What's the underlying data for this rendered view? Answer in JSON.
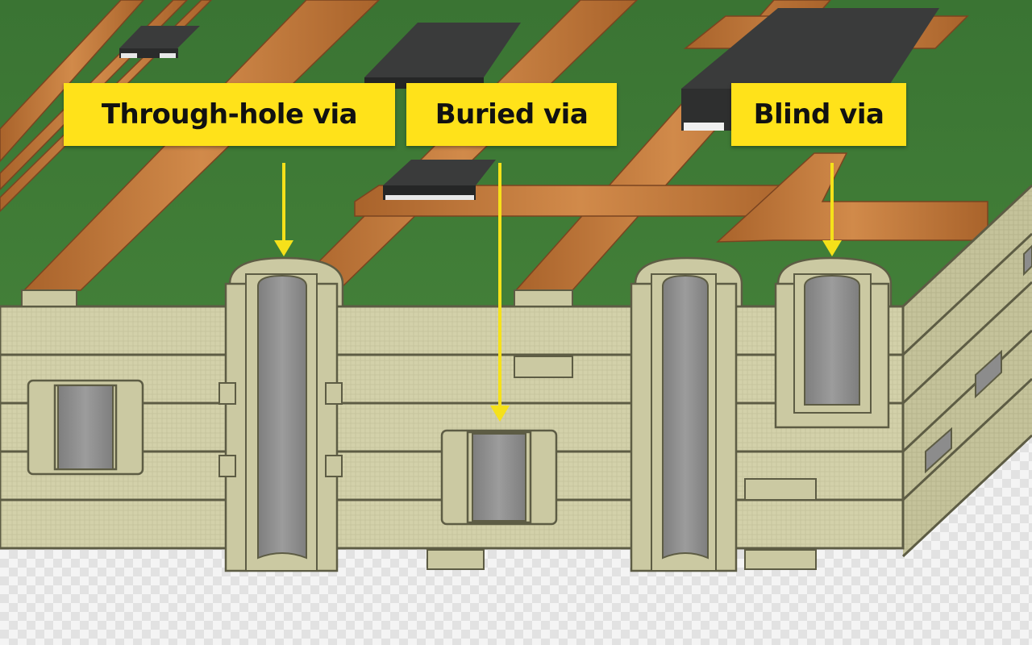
{
  "labels": {
    "through_hole": "Through-hole via",
    "buried": "Buried via",
    "blind": "Blind via"
  },
  "colors": {
    "board_green": "#3f7a36",
    "copper": "#c77a3c",
    "laminate": "#d2d0a8",
    "layer_line": "#5d5c44",
    "via_fill": "#8f8f8f",
    "callout_yellow": "#ffe21a",
    "arrow_yellow": "#f5e11a",
    "component_body": "#3a3b3b"
  }
}
